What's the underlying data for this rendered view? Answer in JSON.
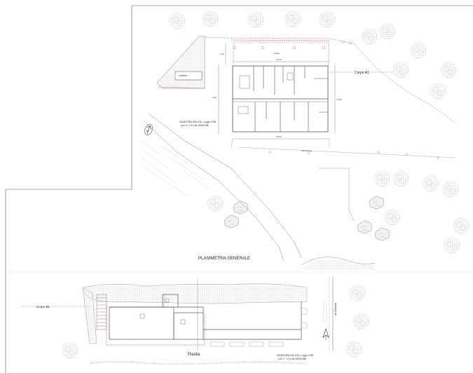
{
  "labels": {
    "corpo_a1": "Corpo A1",
    "corpo_b1": "Corpo B1",
    "planimetria_generale": "PLANIMETRIA GENERALE",
    "pianta": "Pianta",
    "sanatoria_a_line1": "SANATORIA EDILIZIA - Legge 47/85",
    "sanatoria_a_line2": "prot. n° 1711 del 30/09/1986",
    "sanatoria_b_line1": "SANATORIA EDILIZIA - Legge 47/85",
    "sanatoria_b_line2": "prot. n° 1711 del 30/09/1986",
    "street": "via Sinuessa",
    "cisterna": "Cisterna",
    "parcheggio": "Parcheggio",
    "cortile": "Cortile",
    "north_mark": "N",
    "dim_top": "18,50",
    "dim_bottom": "18,50",
    "dim_side": "13,55",
    "dim_left_a": "1,45",
    "dim_left_b": "4,20"
  },
  "colors": {
    "line": "#666666",
    "thin": "#999999",
    "red": "#d33a3a",
    "hatch": "#e6e6e6"
  }
}
